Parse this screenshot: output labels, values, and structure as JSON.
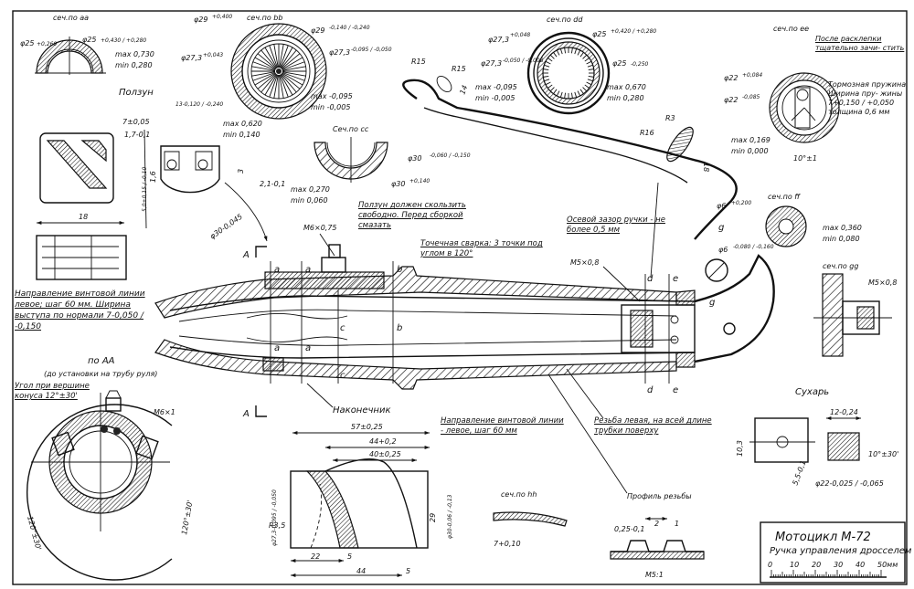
{
  "sections": {
    "a": {
      "title": "сеч.по аа",
      "d_outer": "φ25",
      "d_outer_tol": "+0,260",
      "d_inner": "φ25",
      "d_inner_tol": "+0,430 / +0,280",
      "max": "max 0,730",
      "min": "min 0,280"
    },
    "b": {
      "title": "сеч.по bb",
      "d1": "φ29",
      "d1_tol": "+0,400",
      "d2": "φ29",
      "d2_tol": "-0,140 / -0,240",
      "d3": "φ27,3",
      "d3_tol": "+0,043",
      "d4": "φ27,3",
      "d4_tol": "-0,095 / -0,050",
      "max1": "max -0,095",
      "min1": "min -0,005",
      "max2": "max 0,620",
      "min2": "min 0,140"
    },
    "c": {
      "title": "Сеч.по cc",
      "d1": "φ30",
      "d1_tol": "-0,060 / -0,150",
      "d2": "φ30",
      "d2_tol": "+0,140",
      "max": "max 0,270",
      "min": "min 0,060"
    },
    "d": {
      "title": "сеч.по dd",
      "d1": "φ27,3",
      "d1_tol": "+0,048",
      "d2": "φ27,3",
      "d2_tol": "-0,050 / -0,008",
      "d3": "φ25",
      "d3_tol": "+0,420 / +0,280",
      "d4": "φ25",
      "d4_tol": "-0,250",
      "max1": "max -0,095",
      "min1": "min -0,005",
      "max2": "max 0,670",
      "min2": "min 0,280"
    },
    "e": {
      "title": "сеч.по ее",
      "note1": "После расклепки тщательно зачи- стить",
      "note2": "Тормозная пружина. Ширина пру- жины 7+0,150 / +0,050 толщина 0,6 мм",
      "d1": "φ22",
      "d1_tol": "+0,084",
      "d2": "φ22",
      "d2_tol": "-0,085",
      "max": "max 0,169",
      "min": "min 0,000",
      "ang": "10°±1"
    },
    "f": {
      "title": "сеч.по ff",
      "d1": "φ6",
      "d1_tol": "+0,200",
      "d2": "φ6",
      "d2_tol": "-0,080 / -0,160",
      "max": "max 0,360",
      "min": "min 0,080"
    },
    "g": {
      "title": "сеч.по gg",
      "thread": "M5×0,8"
    },
    "h": {
      "title": "сеч.по hh",
      "dim": "7+0,10"
    }
  },
  "slider": {
    "title": "Ползун",
    "dim_13": "13-0,120 / -0,240",
    "dim_7": "7±0,05",
    "dim_17": "1,7-0,1",
    "dim_5": "5,0+0,15 / -0,10",
    "dim_16": "1,6",
    "dim_3": "3",
    "dim_21": "2,1-0,1",
    "dim_30": "φ30-0,045",
    "dim_18": "18",
    "thread_note": "Направление винтовой линии левое; шаг 60 мм. Ширина выступа по нормали 7-0,050 / -0,150"
  },
  "assembly": {
    "note_slide": "Ползун должен скользить свободно. Перед сборкой смазать",
    "note_weld": "Точечная сварка: 3 точки под углом в 120°",
    "note_gap": "Осевой зазор ручки - не более 0,5 мм",
    "thread_m6": "M6×0,75",
    "thread_m5": "M5×0,8",
    "note_left_thread": "Резьба левая, на всей длине трубки поверху",
    "profile": "Профиль резьбы",
    "view_aa": "по АА",
    "view_aa_note": "(до установки на трубу руля)",
    "arrow_a": "А",
    "lever_r15a": "R15",
    "lever_r15b": "R15",
    "lever_14": "14",
    "lever_r3": "R3",
    "lever_r16": "R16",
    "lever_18": "18"
  },
  "tip": {
    "title": "Наконечник",
    "note": "Направление винтовой линии - левое, шаг 60 мм",
    "dim_57": "57±0,25",
    "dim_44a": "44+0,2",
    "dim_40": "40±0,25",
    "dim_273": "φ27,3-0,095 / -0,050",
    "dim_r35": "R3,5",
    "dim_29": "29",
    "dim_30": "φ30-0,06 / -0,13",
    "dim_22": "22",
    "dim_5a": "5",
    "dim_44b": "44",
    "dim_5b": "5"
  },
  "cone": {
    "note": "Угол при вершине конуса 12°±30'",
    "thread": "M6×1",
    "ang1": "120°±30'",
    "ang2": "120°±30'"
  },
  "cracker": {
    "title": "Сухарь",
    "dim_12": "12-0,24",
    "dim_103": "10,3",
    "dim_10": "10°±30'",
    "dim_55": "5,5-0,1",
    "dim_22": "φ22-0,025 / -0,065"
  },
  "thread_profile": {
    "d025": "0,25-0,1",
    "d2": "2",
    "d1": "1",
    "scale": "M5:1"
  },
  "stamp": {
    "title": "Мотоцикл М-72",
    "subtitle": "Ручка управления дросселем",
    "scale_labels": [
      "0",
      "10",
      "20",
      "30",
      "40",
      "50мм"
    ]
  }
}
